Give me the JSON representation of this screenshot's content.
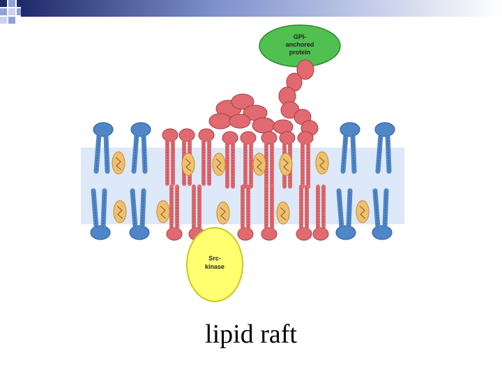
{
  "labels": {
    "gpi_line1": "GPI-",
    "gpi_line2": "anchored",
    "gpi_line3": "protein",
    "src_line1": "Src-",
    "src_line2": "kinase"
  },
  "caption": "lipid raft",
  "colors": {
    "membrane_band": "#dde8f8",
    "lipid_blue": "#4f86c8",
    "lipid_red": "#e06a70",
    "cholesterol": "#f0c070",
    "gpi_protein": "#50c050",
    "src_kinase": "#ffff70",
    "title_bar_dark": "#1f2a6b"
  }
}
